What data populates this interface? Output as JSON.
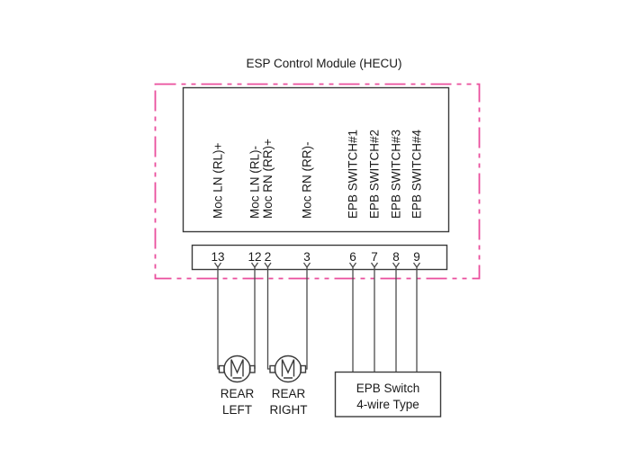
{
  "title": "ESP Control Module (HECU)",
  "colors": {
    "border_accent": "#ea4f9d",
    "line": "#3a3a3a",
    "text": "#1a1a1a",
    "background": "#ffffff"
  },
  "hecu": {
    "pins": [
      {
        "number": "13",
        "signal": "Moc LN (RL)+"
      },
      {
        "number": "12",
        "signal": "Moc LN (RL)-"
      },
      {
        "number": "2",
        "signal": "Moc RN (RR)+"
      },
      {
        "number": "3",
        "signal": "Moc RN (RR)-"
      },
      {
        "number": "6",
        "signal": "EPB SWITCH#1"
      },
      {
        "number": "7",
        "signal": "EPB SWITCH#2"
      },
      {
        "number": "8",
        "signal": "EPB SWITCH#3"
      },
      {
        "number": "9",
        "signal": "EPB SWITCH#4"
      }
    ]
  },
  "components": {
    "rear_left_motor": {
      "icon": "motor-m-icon",
      "label_line1": "REAR",
      "label_line2": "LEFT"
    },
    "rear_right_motor": {
      "icon": "motor-m-icon",
      "label_line1": "REAR",
      "label_line2": "RIGHT"
    },
    "epb_switch": {
      "label_line1": "EPB Switch",
      "label_line2": "4-wire Type"
    }
  }
}
